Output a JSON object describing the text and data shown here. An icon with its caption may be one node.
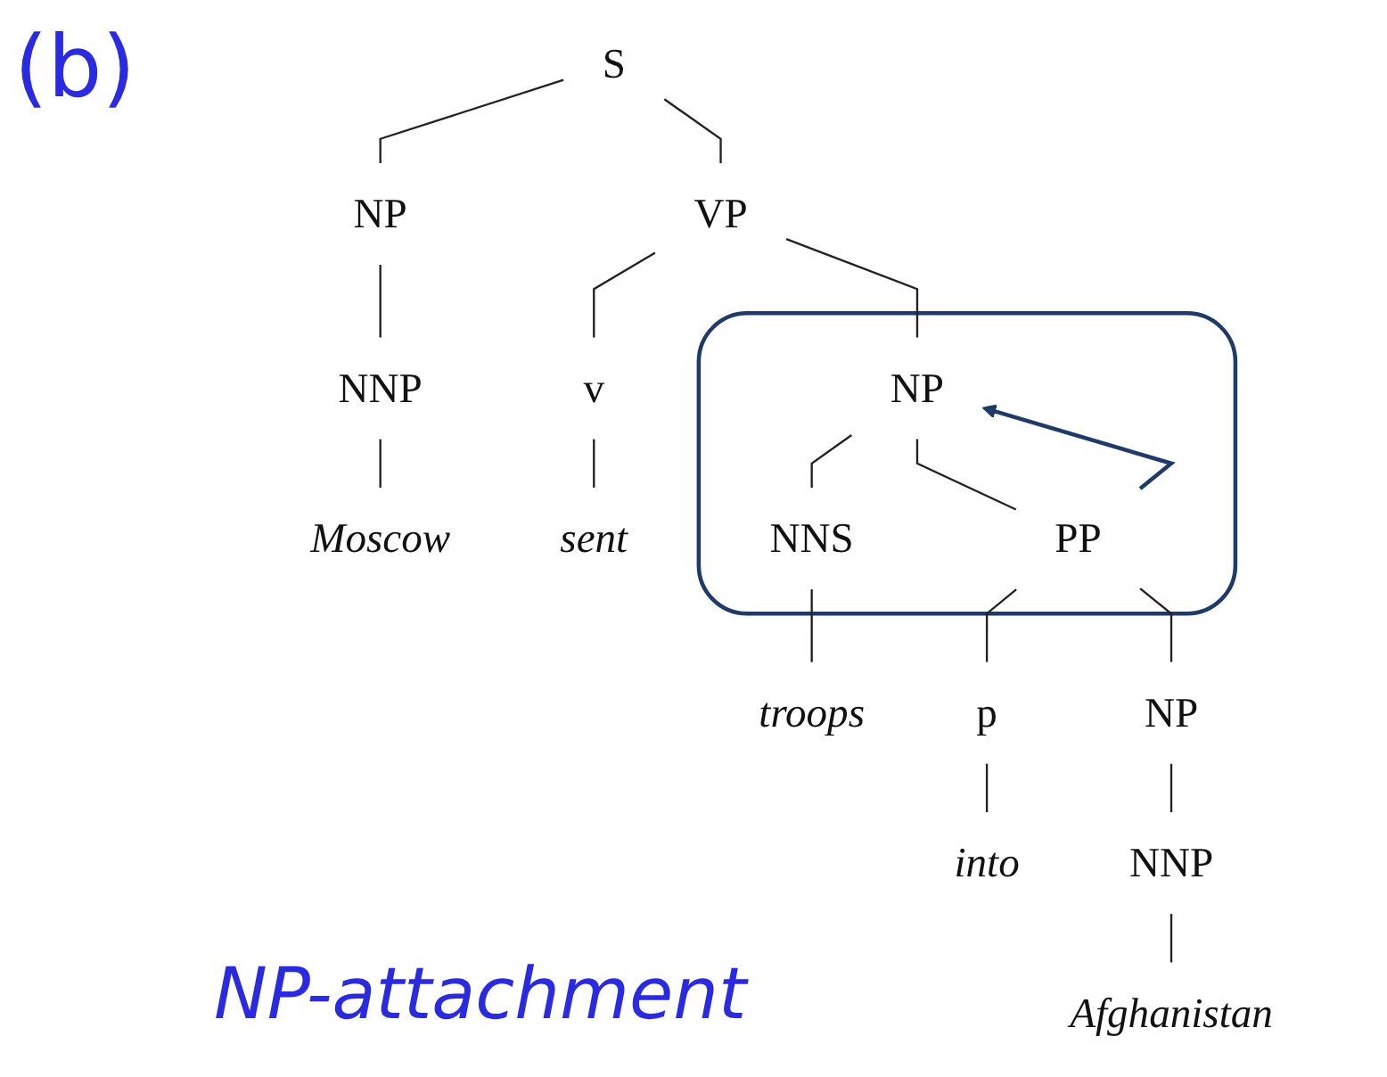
{
  "diagram": {
    "nodes": [
      {
        "text": [
          "S"
        ]
      },
      {
        "text": [
          "NP"
        ]
      },
      {
        "text": [
          "VP"
        ]
      },
      {
        "text": [
          "NNP"
        ]
      },
      {
        "text": [
          "v"
        ]
      },
      {
        "text": [],
        "shape": "loop"
      },
      {
        "text": [
          "NP"
        ],
        "in": 5
      },
      {
        "text": [
          "Moscow"
        ]
      },
      {
        "text": [
          "sent"
        ]
      },
      {
        "text": [
          "NNS"
        ],
        "in": 5
      },
      {
        "text": [
          "PP"
        ],
        "in": 5
      },
      {
        "text": [
          "troops"
        ]
      },
      {
        "text": [
          "p"
        ]
      },
      {
        "text": [
          "NP"
        ]
      },
      {
        "text": [
          "into"
        ]
      },
      {
        "text": [
          "NNP"
        ]
      },
      {
        "text": [
          "Afghanistan"
        ]
      }
    ],
    "edges": [
      {
        "from": 0,
        "to": 1,
        "arrow": "none"
      },
      {
        "from": 0,
        "to": 2,
        "arrow": "none"
      },
      {
        "from": 1,
        "to": 3,
        "arrow": "none"
      },
      {
        "from": 2,
        "to": 4,
        "arrow": "none"
      },
      {
        "from": 2,
        "to": 6,
        "arrow": "none"
      },
      {
        "from": 3,
        "to": 7,
        "arrow": "none"
      },
      {
        "from": 4,
        "to": 8,
        "arrow": "none"
      },
      {
        "from": 6,
        "to": 9,
        "arrow": "none"
      },
      {
        "from": 6,
        "to": 10,
        "arrow": "none"
      },
      {
        "from": 9,
        "to": 11,
        "arrow": "none"
      },
      {
        "from": 10,
        "to": 12,
        "arrow": "none"
      },
      {
        "from": 10,
        "to": 13,
        "arrow": "none"
      },
      {
        "from": 12,
        "to": 14,
        "arrow": "none"
      },
      {
        "from": 13,
        "to": 15,
        "arrow": "none"
      },
      {
        "from": 15,
        "to": 16,
        "arrow": "none"
      },
      {
        "from": 10,
        "to": 6,
        "arrow": "to",
        "color": "#1f3a68"
      }
    ],
    "labels": [
      "(b)",
      "NP-attachment"
    ]
  }
}
